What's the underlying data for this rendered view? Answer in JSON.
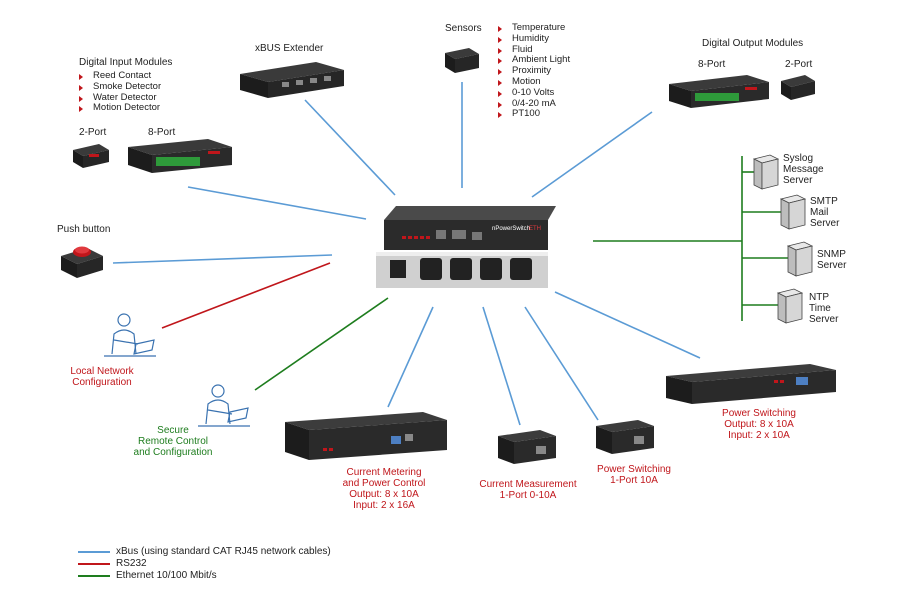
{
  "digital_input": {
    "title": "Digital Input Modules",
    "items": [
      "Reed Contact",
      "Smoke Detector",
      "Water Detector",
      "Motion Detector"
    ],
    "port2": "2-Port",
    "port8": "8-Port"
  },
  "xbus_extender": {
    "title": "xBUS Extender"
  },
  "sensors": {
    "title": "Sensors",
    "items": [
      "Temperature",
      "Humidity",
      "Fluid",
      "Ambient Light",
      "Proximity",
      "Motion",
      "0-10 Volts",
      "0/4-20 mA",
      "PT100"
    ]
  },
  "digital_output": {
    "title": "Digital Output Modules",
    "port8": "8-Port",
    "port2": "2-Port"
  },
  "push_button": {
    "title": "Push button"
  },
  "servers": [
    [
      "Syslog",
      "Message",
      "Server"
    ],
    [
      "SMTP",
      "Mail",
      "Server"
    ],
    [
      "SNMP",
      "Server"
    ],
    [
      "NTP",
      "Time",
      "Server"
    ]
  ],
  "local_network": [
    "Local Network",
    "Configuration"
  ],
  "secure_remote": [
    "Secure",
    "Remote Control",
    "and Configuration"
  ],
  "metering": [
    "Current Metering",
    "and Power Control",
    "Output: 8 x 10A",
    "Input: 2 x 16A"
  ],
  "measurement": [
    "Current Measurement",
    "1-Port 0-10A"
  ],
  "switch1": [
    "Power Switching",
    "1-Port 10A"
  ],
  "switch8": [
    "Power Switching",
    "Output: 8 x 10A",
    "Input: 2 x 10A"
  ],
  "main_device": {
    "brand": "nPowerSwitch",
    "model": "ETH"
  },
  "legend": {
    "xbus_bold": "xBus",
    "xbus_rest": " (using standard CAT RJ45 network cables)",
    "rs232": "RS232",
    "ethernet": "Ethernet 10/100 Mbit/s"
  },
  "colors": {
    "xbus": "#5b9bd5",
    "rs232": "#c0161b",
    "ethernet": "#1e7d1e",
    "device": "#2b2b2b"
  }
}
